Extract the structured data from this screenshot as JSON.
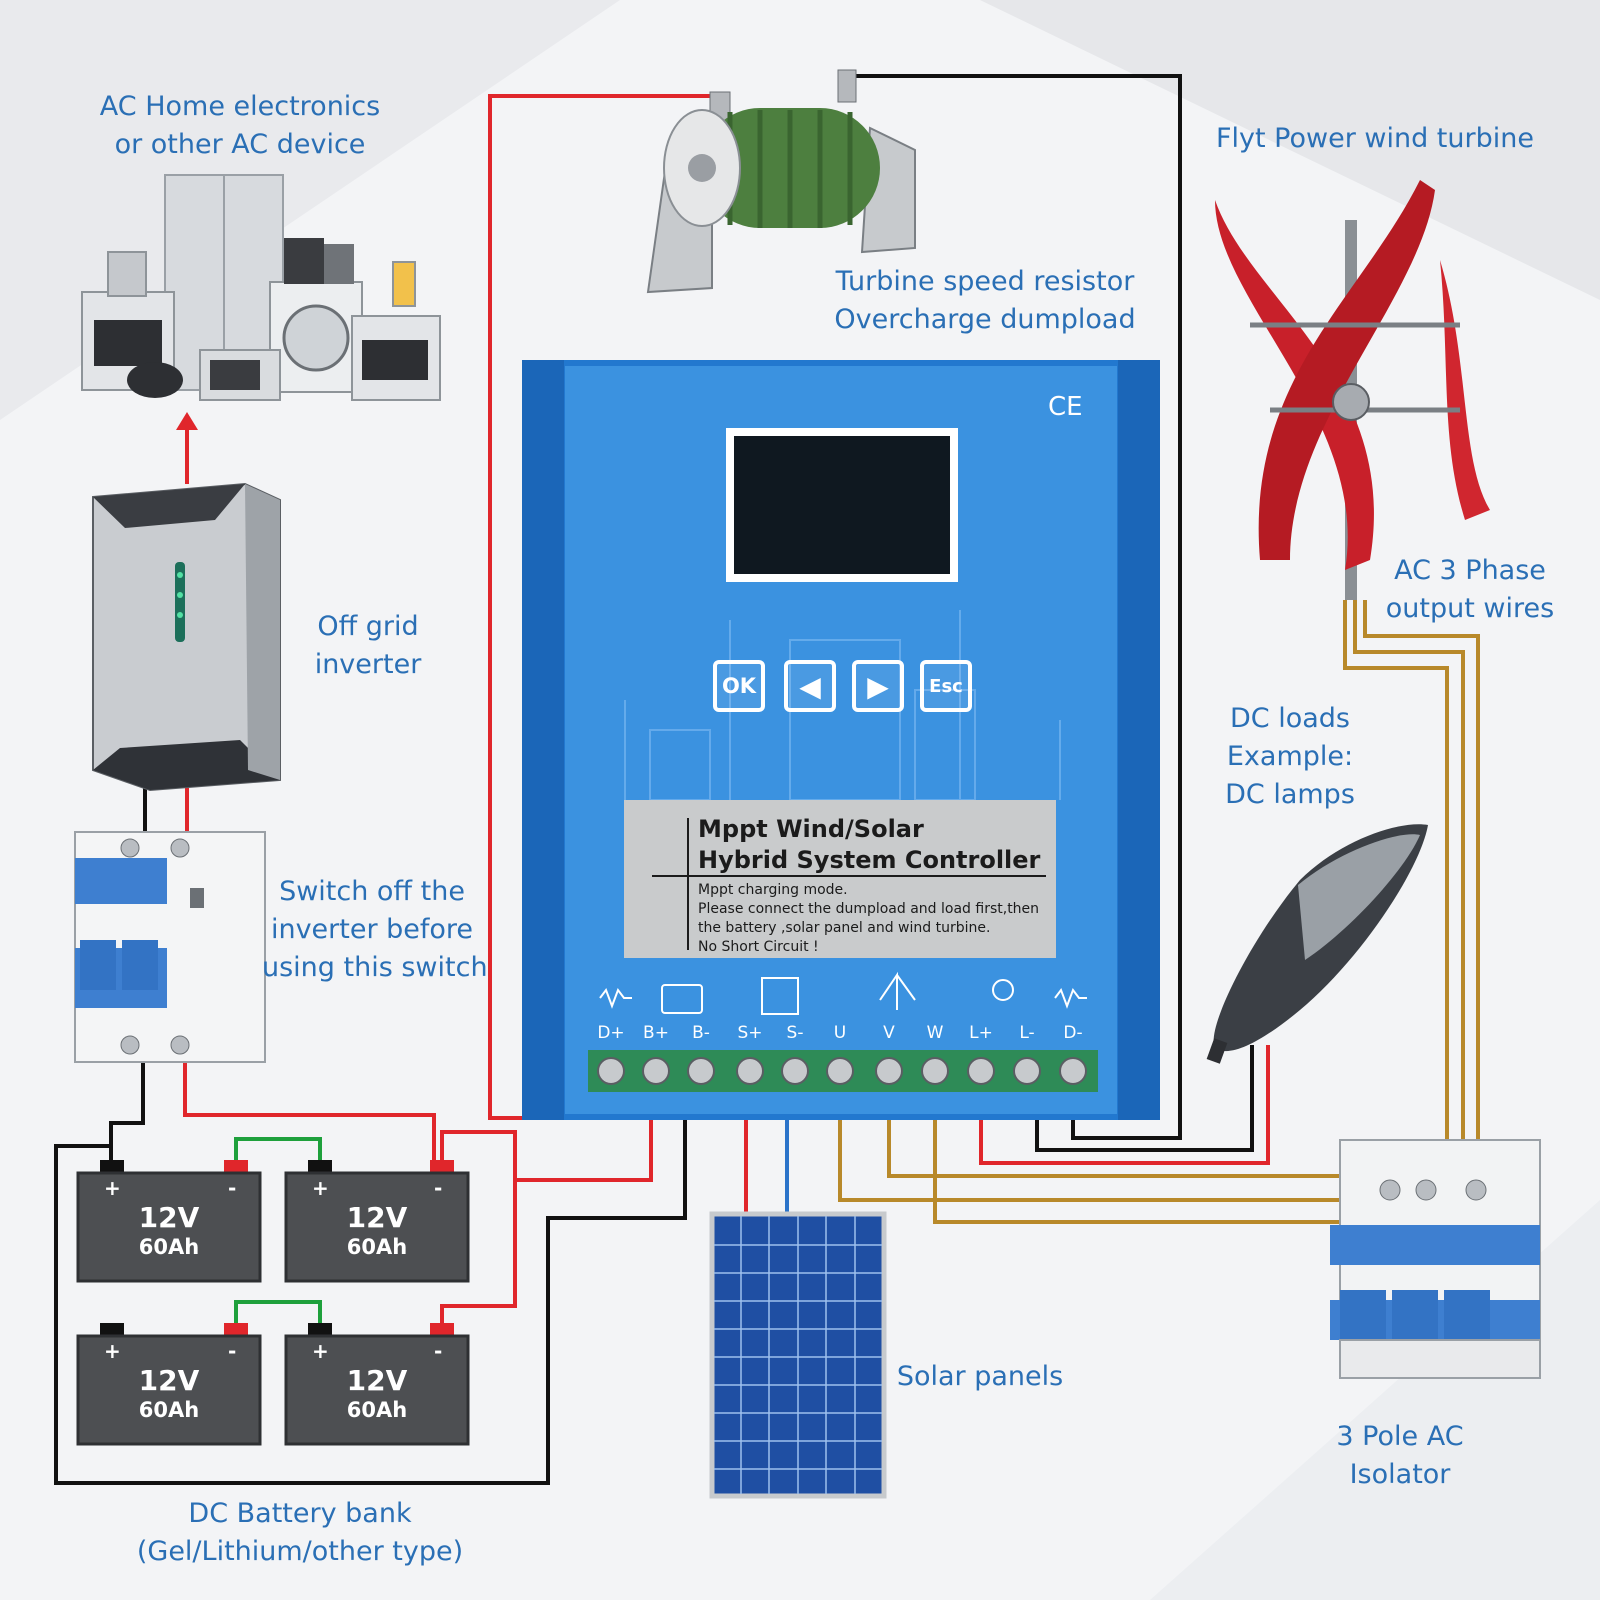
{
  "labels": {
    "ac_home": "AC Home electronics\nor other AC device",
    "dumpload": "Turbine speed resistor\nOvercharge dumpload",
    "wind_turbine": "Flyt Power wind turbine",
    "ac_phase": "AC 3 Phase\noutput wires",
    "inverter": "Off grid\ninverter",
    "dc_loads": "DC loads\nExample:\nDC lamps",
    "switch_note": "Switch off the\ninverter before\nusing this switch",
    "solar": "Solar panels",
    "isolator": "3 Pole AC\nIsolator",
    "battery_bank": "DC Battery bank\n(Gel/Lithium/other type)"
  },
  "controller": {
    "ce_mark": "CE",
    "buttons": [
      "OK",
      "◀",
      "▶",
      "Esc"
    ],
    "title_line1": "Mppt Wind/Solar",
    "title_line2": "Hybrid System Controller",
    "notice": [
      "Mppt charging mode.",
      "Please connect the dumpload and load first,then",
      "the battery ,solar panel and wind turbine.",
      "No Short Circuit !"
    ],
    "terminals": [
      "D+",
      "B+",
      "B-",
      "S+",
      "S-",
      "U",
      "V",
      "W",
      "L+",
      "L-",
      "D-"
    ]
  },
  "batteries": [
    {
      "voltage": "12V",
      "capacity": "60Ah",
      "plus": "+",
      "minus": "-"
    },
    {
      "voltage": "12V",
      "capacity": "60Ah",
      "plus": "+",
      "minus": "-"
    },
    {
      "voltage": "12V",
      "capacity": "60Ah",
      "plus": "+",
      "minus": "-"
    },
    {
      "voltage": "12V",
      "capacity": "60Ah",
      "plus": "+",
      "minus": "-"
    }
  ],
  "colors": {
    "label_text": "#2a6fb5",
    "positive_wire": "#e0262b",
    "negative_wire": "#111111",
    "link_wire": "#1ea03c",
    "ac_wire": "#b8892a",
    "solar_negative_wire": "#2a73c9",
    "controller_body": "#2f86d6"
  }
}
